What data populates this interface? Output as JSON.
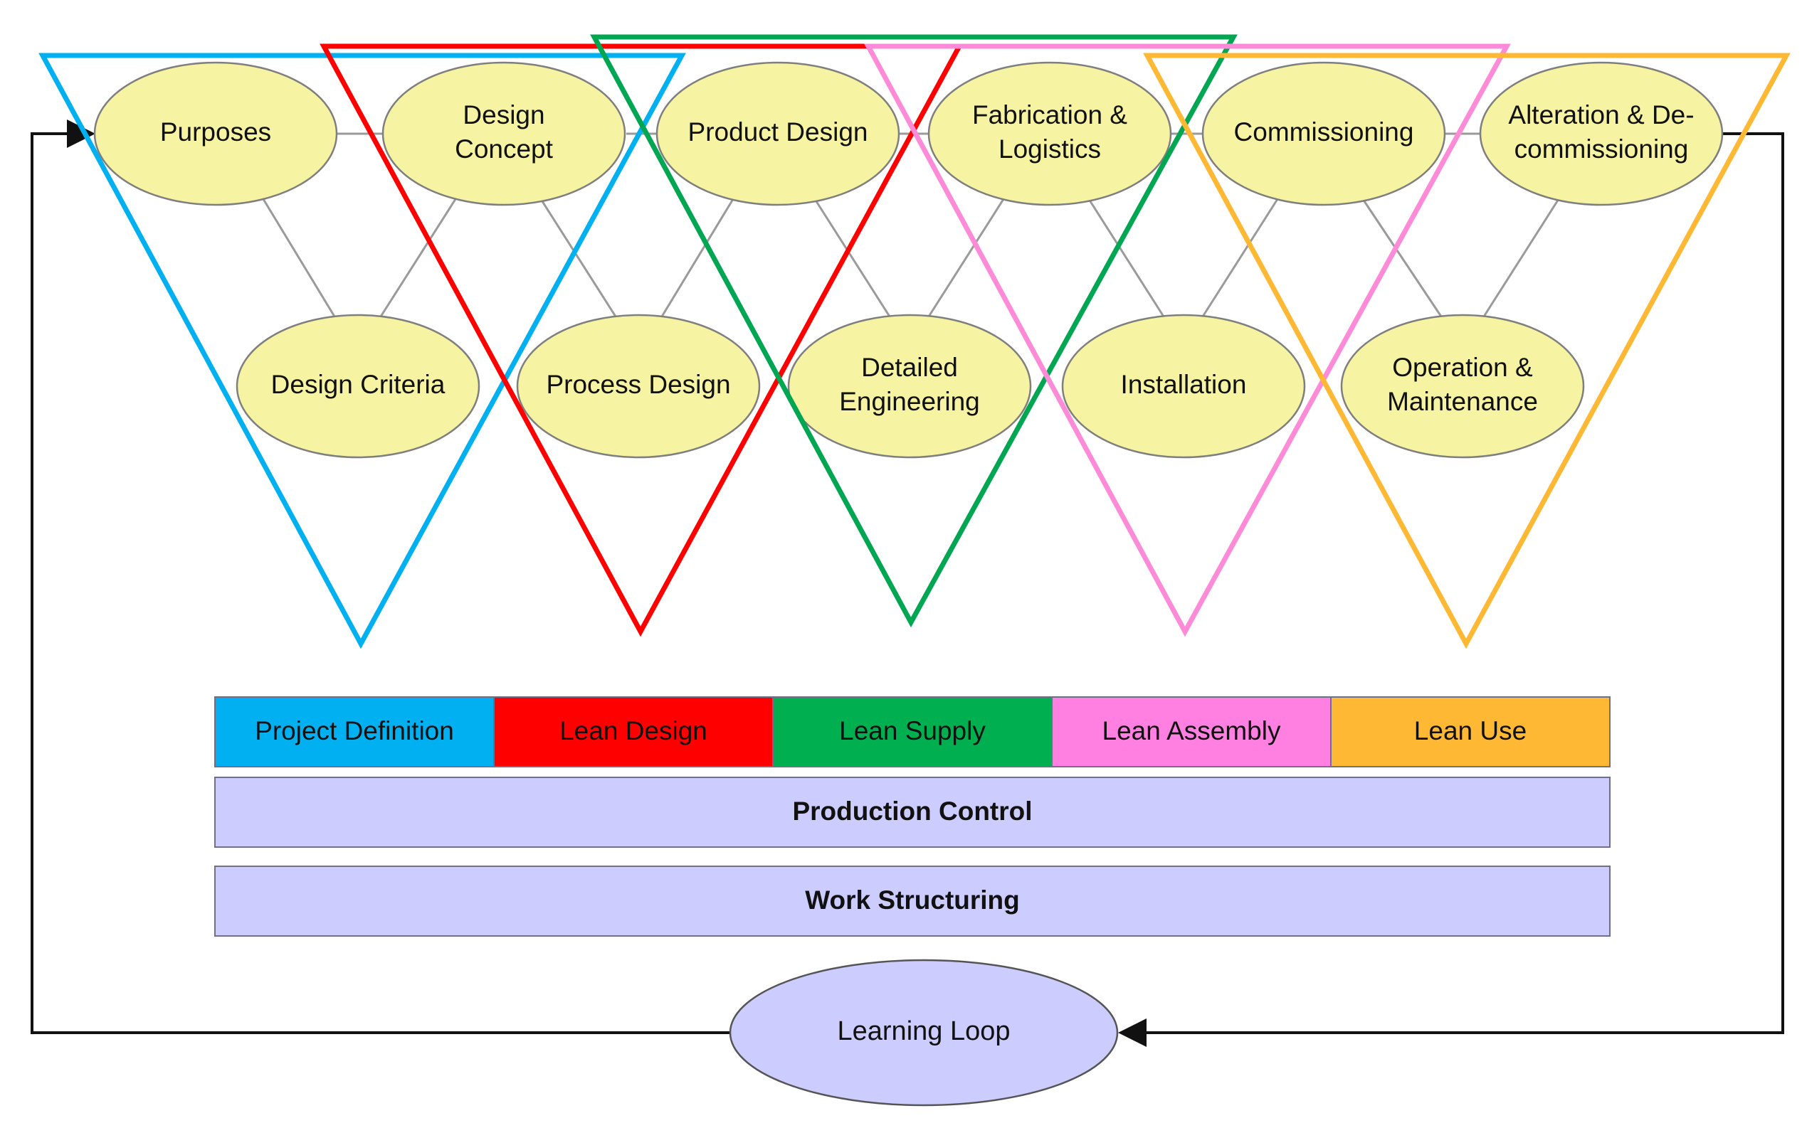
{
  "diagram": {
    "nodes": {
      "purposes": "Purposes",
      "design_concept": [
        "Design",
        "Concept"
      ],
      "product_design": "Product Design",
      "fabrication_logistics": [
        "Fabrication &",
        "Logistics"
      ],
      "commissioning": "Commissioning",
      "alteration_decommissioning": [
        "Alteration & De-",
        "commissioning"
      ],
      "design_criteria": "Design Criteria",
      "process_design": "Process Design",
      "detailed_engineering": [
        "Detailed",
        "Engineering"
      ],
      "installation": "Installation",
      "operation_maintenance": [
        "Operation &",
        "Maintenance"
      ]
    },
    "phases": [
      {
        "label": "Project Definition",
        "color": "#00b0f0"
      },
      {
        "label": "Lean Design",
        "color": "#ff0000"
      },
      {
        "label": "Lean Supply",
        "color": "#00b050"
      },
      {
        "label": "Lean Assembly",
        "color": "#ff80e0"
      },
      {
        "label": "Lean Use",
        "color": "#ffb833"
      }
    ],
    "triangle_colors": [
      "#00b0f0",
      "#ff0000",
      "#00a651",
      "#ff8ad8",
      "#ffb833"
    ],
    "bars": {
      "production_control": "Production Control",
      "work_structuring": "Work Structuring",
      "color": "#ccccff"
    },
    "learning_loop": "Learning Loop",
    "node_fill": "#f6f3a2"
  }
}
